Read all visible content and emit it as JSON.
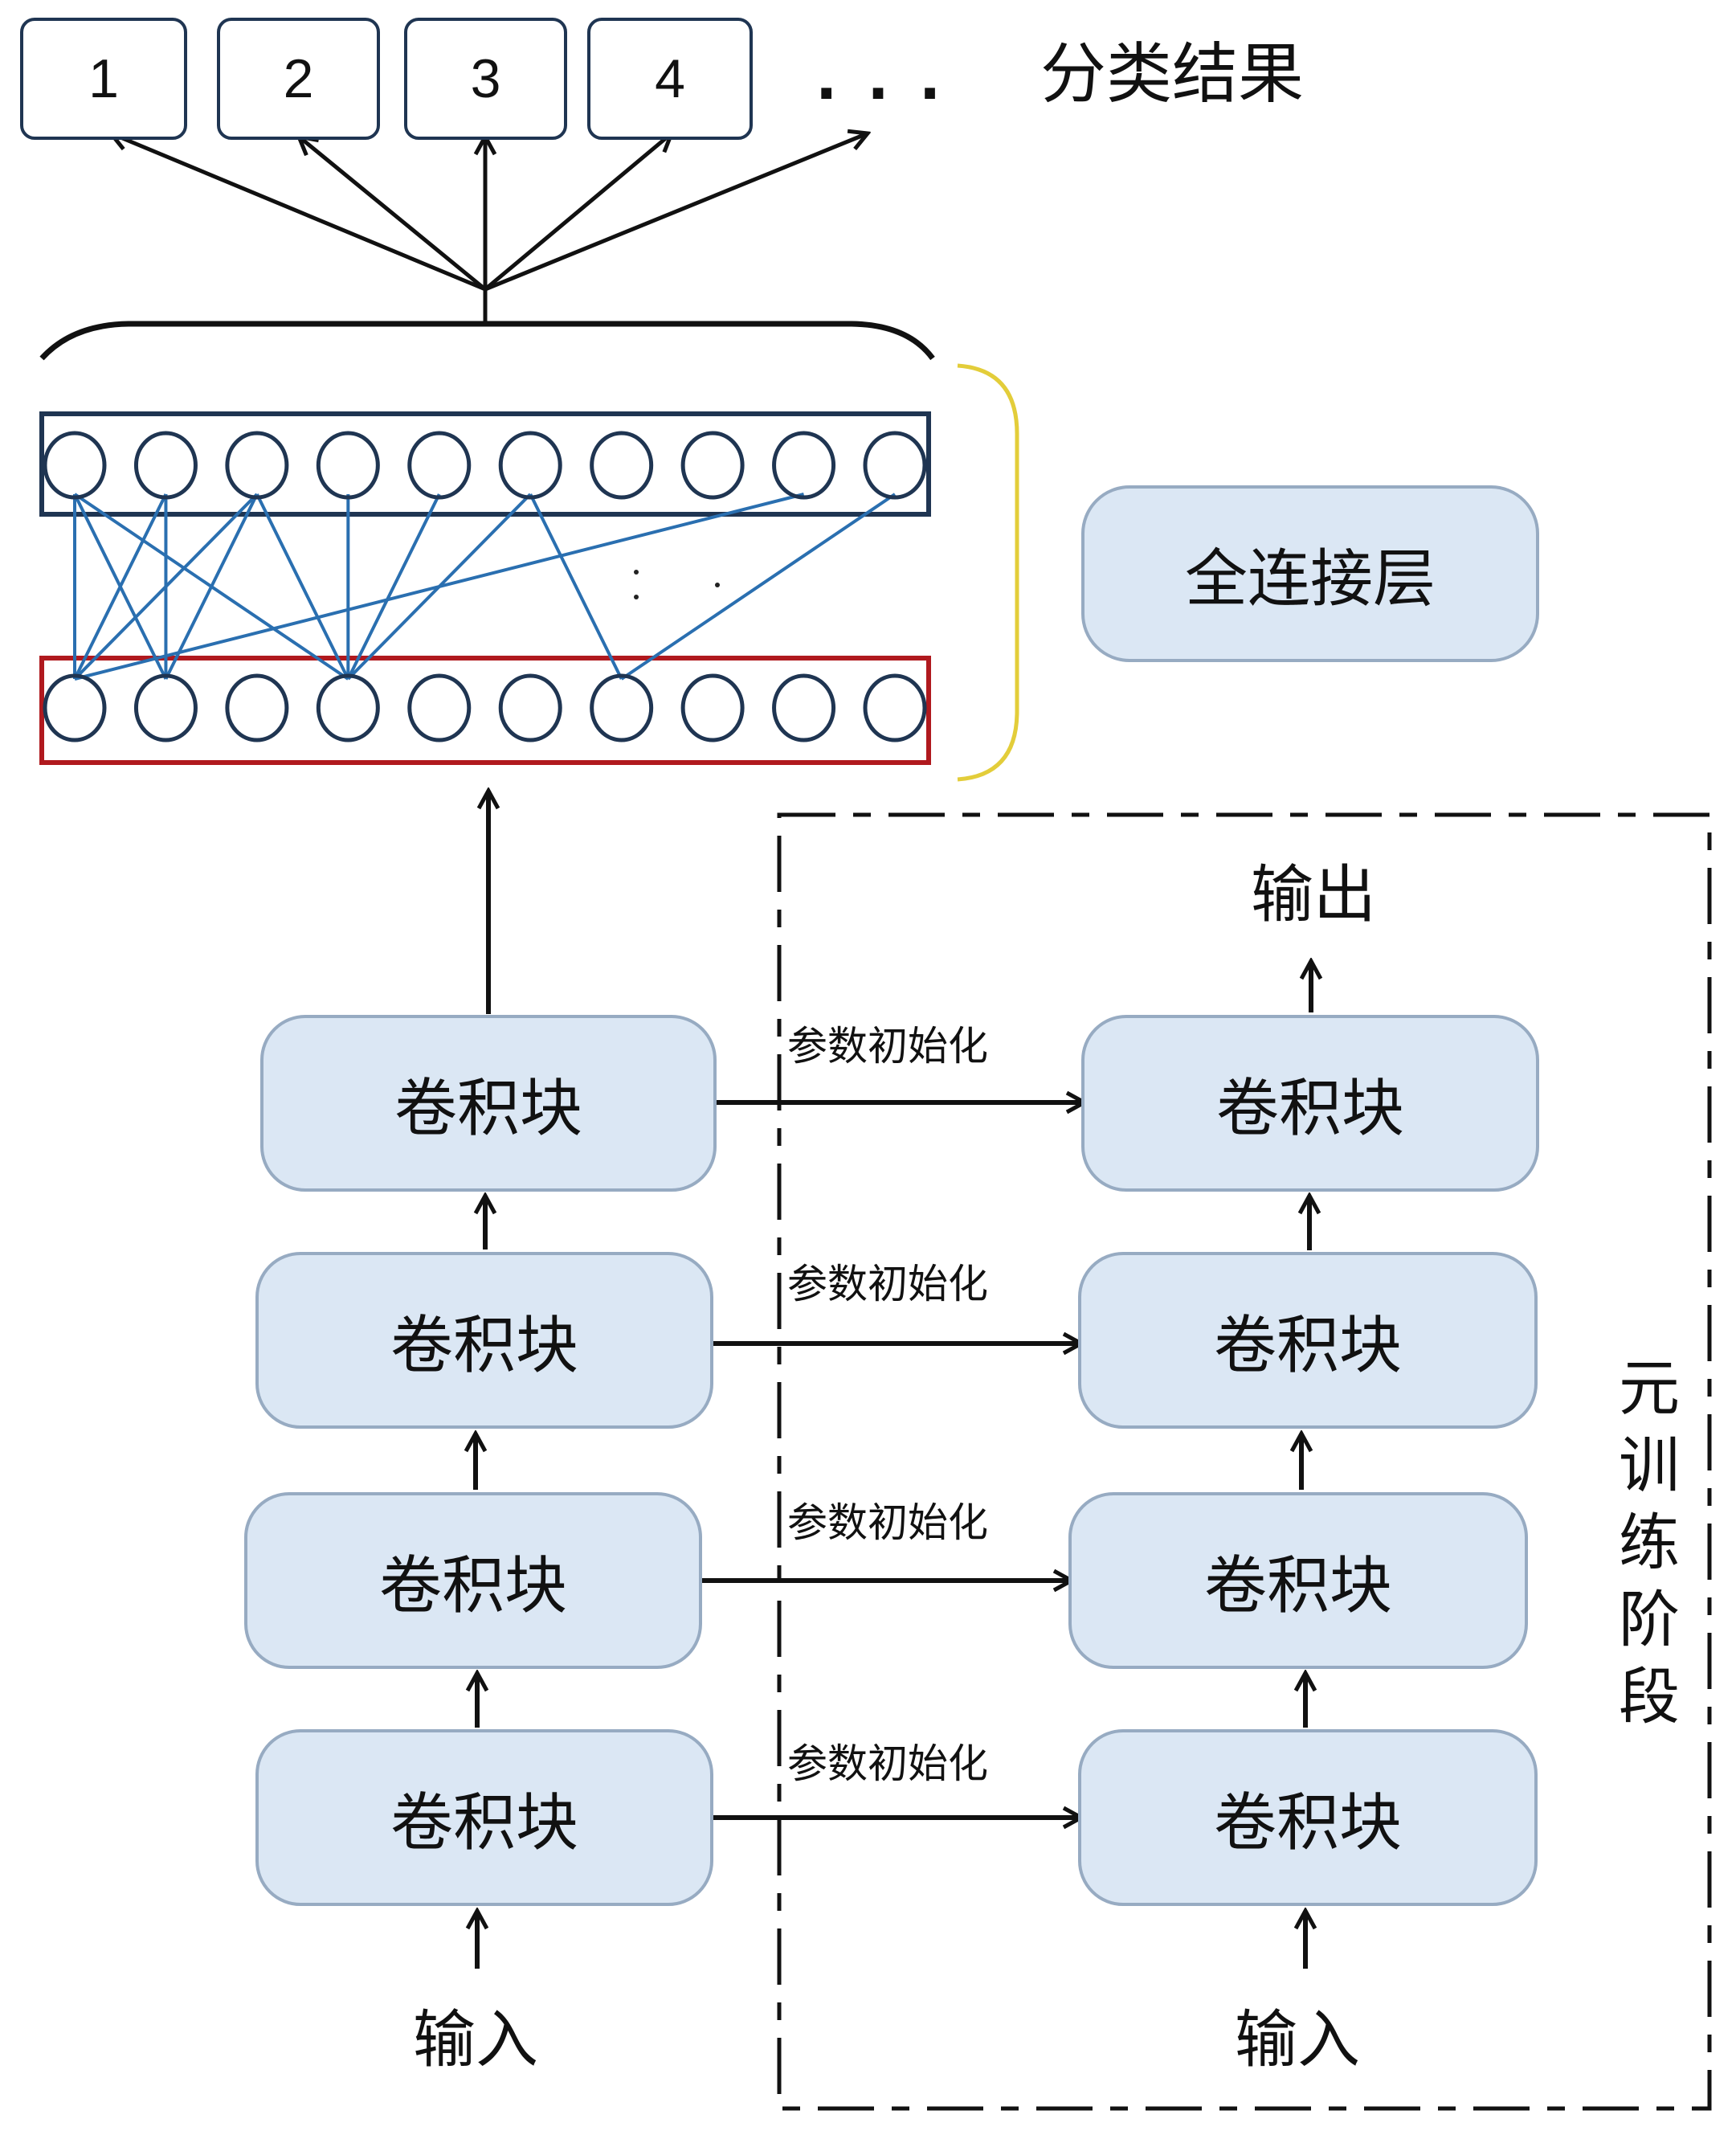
{
  "classification": {
    "classes": [
      "1",
      "2",
      "3",
      "4"
    ],
    "ellipsis": ". . .",
    "title": "分类结果"
  },
  "fully_connected": {
    "label": "全连接层",
    "top_layer_nodes": 10,
    "bottom_layer_nodes": 10,
    "connections": [
      [
        0,
        0
      ],
      [
        0,
        1
      ],
      [
        0,
        3
      ],
      [
        1,
        0
      ],
      [
        1,
        1
      ],
      [
        2,
        0
      ],
      [
        2,
        1
      ],
      [
        2,
        3
      ],
      [
        3,
        3
      ],
      [
        4,
        3
      ],
      [
        5,
        3
      ],
      [
        5,
        6
      ],
      [
        8,
        0
      ],
      [
        9,
        6
      ]
    ],
    "ellipsis": ": ."
  },
  "left_column": {
    "blocks": [
      "卷积块",
      "卷积块",
      "卷积块",
      "卷积块"
    ],
    "input_label": "输入"
  },
  "meta_training": {
    "stage_label": "元训练阶段",
    "blocks": [
      "卷积块",
      "卷积块",
      "卷积块",
      "卷积块"
    ],
    "input_label": "输入",
    "output_label": "输出"
  },
  "transfer_labels": [
    "参数初始化",
    "参数初始化",
    "参数初始化",
    "参数初始化"
  ],
  "colors": {
    "block_fill": "#dbe7f4",
    "block_border": "#97abc2",
    "top_layer_border": "#1f3552",
    "bottom_layer_border": "#b0191e",
    "connection": "#2a6fb0",
    "bracket": "#e3cd3a"
  }
}
